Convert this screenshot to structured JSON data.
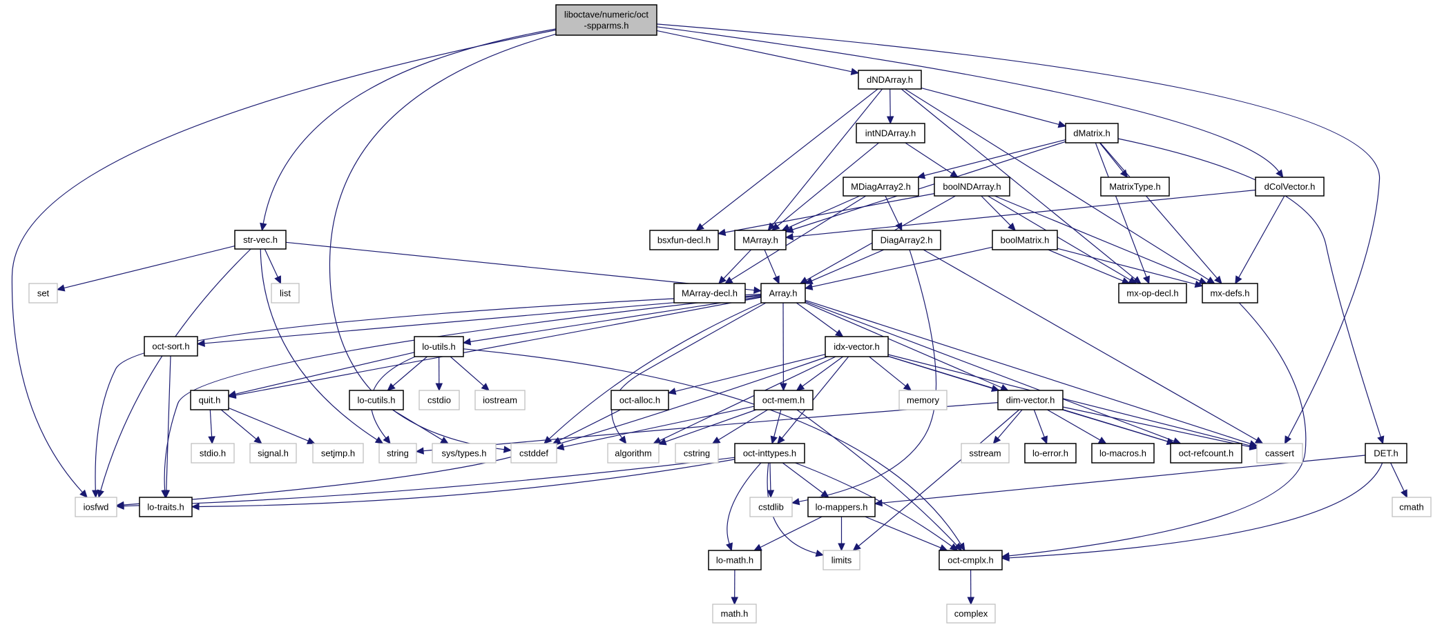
{
  "title": "liboctave/numeric/oct-spparms.h include dependency graph",
  "colors": {
    "edge": "#191970",
    "root_fill": "#bfbfbf",
    "node_border": "#000000",
    "external_border": "#bfbfbf"
  },
  "nodes": [
    {
      "id": "root",
      "label": [
        "liboctave/numeric/oct",
        "-spparms.h"
      ],
      "kind": "root"
    },
    {
      "id": "dNDArray",
      "label": [
        "dNDArray.h"
      ],
      "kind": "file"
    },
    {
      "id": "intNDArray",
      "label": [
        "intNDArray.h"
      ],
      "kind": "file"
    },
    {
      "id": "dMatrix",
      "label": [
        "dMatrix.h"
      ],
      "kind": "file"
    },
    {
      "id": "MDiagArray2",
      "label": [
        "MDiagArray2.h"
      ],
      "kind": "file"
    },
    {
      "id": "boolNDArray",
      "label": [
        "boolNDArray.h"
      ],
      "kind": "file"
    },
    {
      "id": "MatrixType",
      "label": [
        "MatrixType.h"
      ],
      "kind": "file"
    },
    {
      "id": "dColVector",
      "label": [
        "dColVector.h"
      ],
      "kind": "file"
    },
    {
      "id": "strvec",
      "label": [
        "str-vec.h"
      ],
      "kind": "file"
    },
    {
      "id": "bsxfun",
      "label": [
        "bsxfun-decl.h"
      ],
      "kind": "file"
    },
    {
      "id": "MArray",
      "label": [
        "MArray.h"
      ],
      "kind": "file"
    },
    {
      "id": "DiagArray2",
      "label": [
        "DiagArray2.h"
      ],
      "kind": "file"
    },
    {
      "id": "boolMatrix",
      "label": [
        "boolMatrix.h"
      ],
      "kind": "file"
    },
    {
      "id": "set",
      "label": [
        "set"
      ],
      "kind": "external"
    },
    {
      "id": "list",
      "label": [
        "list"
      ],
      "kind": "external"
    },
    {
      "id": "MArraydecl",
      "label": [
        "MArray-decl.h"
      ],
      "kind": "file"
    },
    {
      "id": "Array",
      "label": [
        "Array.h"
      ],
      "kind": "file"
    },
    {
      "id": "mxopdecl",
      "label": [
        "mx-op-decl.h"
      ],
      "kind": "file"
    },
    {
      "id": "mxdefs",
      "label": [
        "mx-defs.h"
      ],
      "kind": "file"
    },
    {
      "id": "octsort",
      "label": [
        "oct-sort.h"
      ],
      "kind": "file"
    },
    {
      "id": "loutils",
      "label": [
        "lo-utils.h"
      ],
      "kind": "file"
    },
    {
      "id": "idxvector",
      "label": [
        "idx-vector.h"
      ],
      "kind": "file"
    },
    {
      "id": "quit",
      "label": [
        "quit.h"
      ],
      "kind": "file"
    },
    {
      "id": "locutils",
      "label": [
        "lo-cutils.h"
      ],
      "kind": "file"
    },
    {
      "id": "cstdio",
      "label": [
        "cstdio"
      ],
      "kind": "external"
    },
    {
      "id": "iostream",
      "label": [
        "iostream"
      ],
      "kind": "external"
    },
    {
      "id": "octalloc",
      "label": [
        "oct-alloc.h"
      ],
      "kind": "file"
    },
    {
      "id": "octmem",
      "label": [
        "oct-mem.h"
      ],
      "kind": "file"
    },
    {
      "id": "memory",
      "label": [
        "memory"
      ],
      "kind": "external"
    },
    {
      "id": "dimvector",
      "label": [
        "dim-vector.h"
      ],
      "kind": "file"
    },
    {
      "id": "stdioh",
      "label": [
        "stdio.h"
      ],
      "kind": "external"
    },
    {
      "id": "signalh",
      "label": [
        "signal.h"
      ],
      "kind": "external"
    },
    {
      "id": "setjmph",
      "label": [
        "setjmp.h"
      ],
      "kind": "external"
    },
    {
      "id": "string",
      "label": [
        "string"
      ],
      "kind": "external"
    },
    {
      "id": "systypes",
      "label": [
        "sys/types.h"
      ],
      "kind": "external"
    },
    {
      "id": "cstddef",
      "label": [
        "cstddef"
      ],
      "kind": "external"
    },
    {
      "id": "algorithm",
      "label": [
        "algorithm"
      ],
      "kind": "external"
    },
    {
      "id": "cstring",
      "label": [
        "cstring"
      ],
      "kind": "external"
    },
    {
      "id": "octinttypes",
      "label": [
        "oct-inttypes.h"
      ],
      "kind": "file"
    },
    {
      "id": "sstream",
      "label": [
        "sstream"
      ],
      "kind": "external"
    },
    {
      "id": "loerror",
      "label": [
        "lo-error.h"
      ],
      "kind": "file"
    },
    {
      "id": "lomacros",
      "label": [
        "lo-macros.h"
      ],
      "kind": "file"
    },
    {
      "id": "octrefcount",
      "label": [
        "oct-refcount.h"
      ],
      "kind": "file"
    },
    {
      "id": "cassert",
      "label": [
        "cassert"
      ],
      "kind": "external"
    },
    {
      "id": "DET",
      "label": [
        "DET.h"
      ],
      "kind": "file"
    },
    {
      "id": "iosfwd",
      "label": [
        "iosfwd"
      ],
      "kind": "external"
    },
    {
      "id": "lotraits",
      "label": [
        "lo-traits.h"
      ],
      "kind": "file"
    },
    {
      "id": "cstdlib",
      "label": [
        "cstdlib"
      ],
      "kind": "external"
    },
    {
      "id": "lomappers",
      "label": [
        "lo-mappers.h"
      ],
      "kind": "file"
    },
    {
      "id": "cmath",
      "label": [
        "cmath"
      ],
      "kind": "external"
    },
    {
      "id": "lomath",
      "label": [
        "lo-math.h"
      ],
      "kind": "file"
    },
    {
      "id": "limits",
      "label": [
        "limits"
      ],
      "kind": "external"
    },
    {
      "id": "octcmplx",
      "label": [
        "oct-cmplx.h"
      ],
      "kind": "file"
    },
    {
      "id": "mathh",
      "label": [
        "math.h"
      ],
      "kind": "external"
    },
    {
      "id": "complex",
      "label": [
        "complex"
      ],
      "kind": "external"
    }
  ],
  "edges": [
    [
      "root",
      "dNDArray"
    ],
    [
      "root",
      "strvec"
    ],
    [
      "root",
      "iosfwd"
    ],
    [
      "root",
      "cstddef"
    ],
    [
      "root",
      "dColVector"
    ],
    [
      "root",
      "cassert"
    ],
    [
      "dNDArray",
      "intNDArray"
    ],
    [
      "dNDArray",
      "dMatrix"
    ],
    [
      "dNDArray",
      "bsxfun"
    ],
    [
      "dNDArray",
      "MArray"
    ],
    [
      "dNDArray",
      "mxopdecl"
    ],
    [
      "dNDArray",
      "mxdefs"
    ],
    [
      "intNDArray",
      "MArray"
    ],
    [
      "intNDArray",
      "boolNDArray"
    ],
    [
      "dMatrix",
      "MDiagArray2"
    ],
    [
      "dMatrix",
      "MArray"
    ],
    [
      "dMatrix",
      "MatrixType"
    ],
    [
      "dMatrix",
      "mxopdecl"
    ],
    [
      "dMatrix",
      "mxdefs"
    ],
    [
      "dMatrix",
      "DET"
    ],
    [
      "MDiagArray2",
      "DiagArray2"
    ],
    [
      "MDiagArray2",
      "MArray"
    ],
    [
      "MDiagArray2",
      "MArraydecl"
    ],
    [
      "boolNDArray",
      "bsxfun"
    ],
    [
      "boolNDArray",
      "Array"
    ],
    [
      "boolNDArray",
      "boolMatrix"
    ],
    [
      "boolNDArray",
      "mxopdecl"
    ],
    [
      "boolNDArray",
      "mxdefs"
    ],
    [
      "dColVector",
      "MArray"
    ],
    [
      "dColVector",
      "mxdefs"
    ],
    [
      "strvec",
      "set"
    ],
    [
      "strvec",
      "list"
    ],
    [
      "strvec",
      "Array"
    ],
    [
      "strvec",
      "iosfwd"
    ],
    [
      "strvec",
      "string"
    ],
    [
      "MArray",
      "MArraydecl"
    ],
    [
      "MArray",
      "Array"
    ],
    [
      "DiagArray2",
      "Array"
    ],
    [
      "DiagArray2",
      "cassert"
    ],
    [
      "DiagArray2",
      "cstdlib"
    ],
    [
      "boolMatrix",
      "Array"
    ],
    [
      "boolMatrix",
      "mxopdecl"
    ],
    [
      "boolMatrix",
      "mxdefs"
    ],
    [
      "mxdefs",
      "octcmplx"
    ],
    [
      "Array",
      "octsort"
    ],
    [
      "Array",
      "loutils"
    ],
    [
      "Array",
      "idxvector"
    ],
    [
      "Array",
      "quit"
    ],
    [
      "Array",
      "octmem"
    ],
    [
      "Array",
      "dimvector"
    ],
    [
      "Array",
      "iosfwd"
    ],
    [
      "Array",
      "lotraits"
    ],
    [
      "Array",
      "cstddef"
    ],
    [
      "Array",
      "algorithm"
    ],
    [
      "Array",
      "octrefcount"
    ],
    [
      "Array",
      "cassert"
    ],
    [
      "octsort",
      "lotraits"
    ],
    [
      "loutils",
      "quit"
    ],
    [
      "loutils",
      "locutils"
    ],
    [
      "loutils",
      "cstdio"
    ],
    [
      "loutils",
      "iostream"
    ],
    [
      "loutils",
      "string"
    ],
    [
      "loutils",
      "octcmplx"
    ],
    [
      "idxvector",
      "octalloc"
    ],
    [
      "idxvector",
      "octmem"
    ],
    [
      "idxvector",
      "memory"
    ],
    [
      "idxvector",
      "dimvector"
    ],
    [
      "idxvector",
      "iosfwd"
    ],
    [
      "idxvector",
      "algorithm"
    ],
    [
      "idxvector",
      "octinttypes"
    ],
    [
      "idxvector",
      "octrefcount"
    ],
    [
      "idxvector",
      "cassert"
    ],
    [
      "quit",
      "stdioh"
    ],
    [
      "quit",
      "signalh"
    ],
    [
      "quit",
      "setjmph"
    ],
    [
      "locutils",
      "systypes"
    ],
    [
      "octalloc",
      "cstddef"
    ],
    [
      "octmem",
      "cstddef"
    ],
    [
      "octmem",
      "algorithm"
    ],
    [
      "octmem",
      "cstring"
    ],
    [
      "octmem",
      "octinttypes"
    ],
    [
      "octmem",
      "octcmplx"
    ],
    [
      "dimvector",
      "string"
    ],
    [
      "dimvector",
      "sstream"
    ],
    [
      "dimvector",
      "loerror"
    ],
    [
      "dimvector",
      "lomacros"
    ],
    [
      "dimvector",
      "octrefcount"
    ],
    [
      "dimvector",
      "cassert"
    ],
    [
      "dimvector",
      "limits"
    ],
    [
      "octinttypes",
      "iosfwd"
    ],
    [
      "octinttypes",
      "lotraits"
    ],
    [
      "octinttypes",
      "cstdlib"
    ],
    [
      "octinttypes",
      "lomappers"
    ],
    [
      "octinttypes",
      "lomath"
    ],
    [
      "octinttypes",
      "limits"
    ],
    [
      "octinttypes",
      "octcmplx"
    ],
    [
      "DET",
      "lomappers"
    ],
    [
      "DET",
      "cmath"
    ],
    [
      "DET",
      "octcmplx"
    ],
    [
      "lomappers",
      "lomath"
    ],
    [
      "lomappers",
      "limits"
    ],
    [
      "lomappers",
      "octcmplx"
    ],
    [
      "lomath",
      "mathh"
    ],
    [
      "octcmplx",
      "complex"
    ]
  ]
}
